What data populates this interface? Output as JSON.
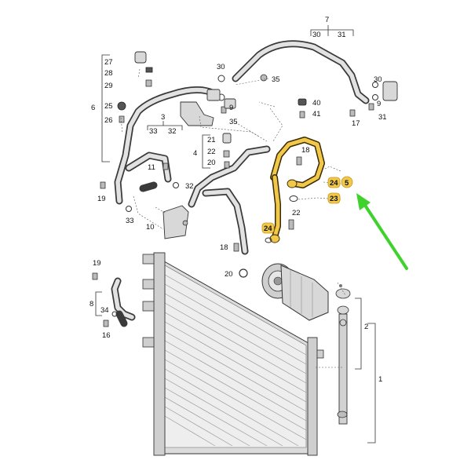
{
  "labels": {
    "l7": "7",
    "l30a": "30",
    "l31a": "31",
    "l27": "27",
    "l28": "28",
    "l29": "29",
    "l6": "6",
    "l25": "25",
    "l26": "26",
    "l30b": "30",
    "l9a": "9",
    "l35a": "35",
    "l35b": "35",
    "l3": "3",
    "l33a": "33",
    "l32a": "32",
    "l21": "21",
    "l22": "22",
    "l4": "4",
    "l20a": "20",
    "l11": "11",
    "l32b": "32",
    "l19a": "19",
    "l33b": "33",
    "l40": "40",
    "l41": "41",
    "l30c": "30",
    "l17": "17",
    "l31b": "31",
    "l9b": "9",
    "l18a": "18",
    "l22b": "22",
    "l23": "23",
    "l5": "5",
    "l24a": "24",
    "l24b": "24",
    "l10": "10",
    "l18b": "18",
    "l20b": "20",
    "l19b": "19",
    "l8": "8",
    "l34": "34",
    "l16": "16",
    "l2": "2",
    "l1": "1"
  },
  "colors": {
    "highlight": "#f2c84b",
    "arrow": "#3fd22c",
    "line": "#333333"
  },
  "icons": {
    "pointer": "green-arrow-icon"
  }
}
